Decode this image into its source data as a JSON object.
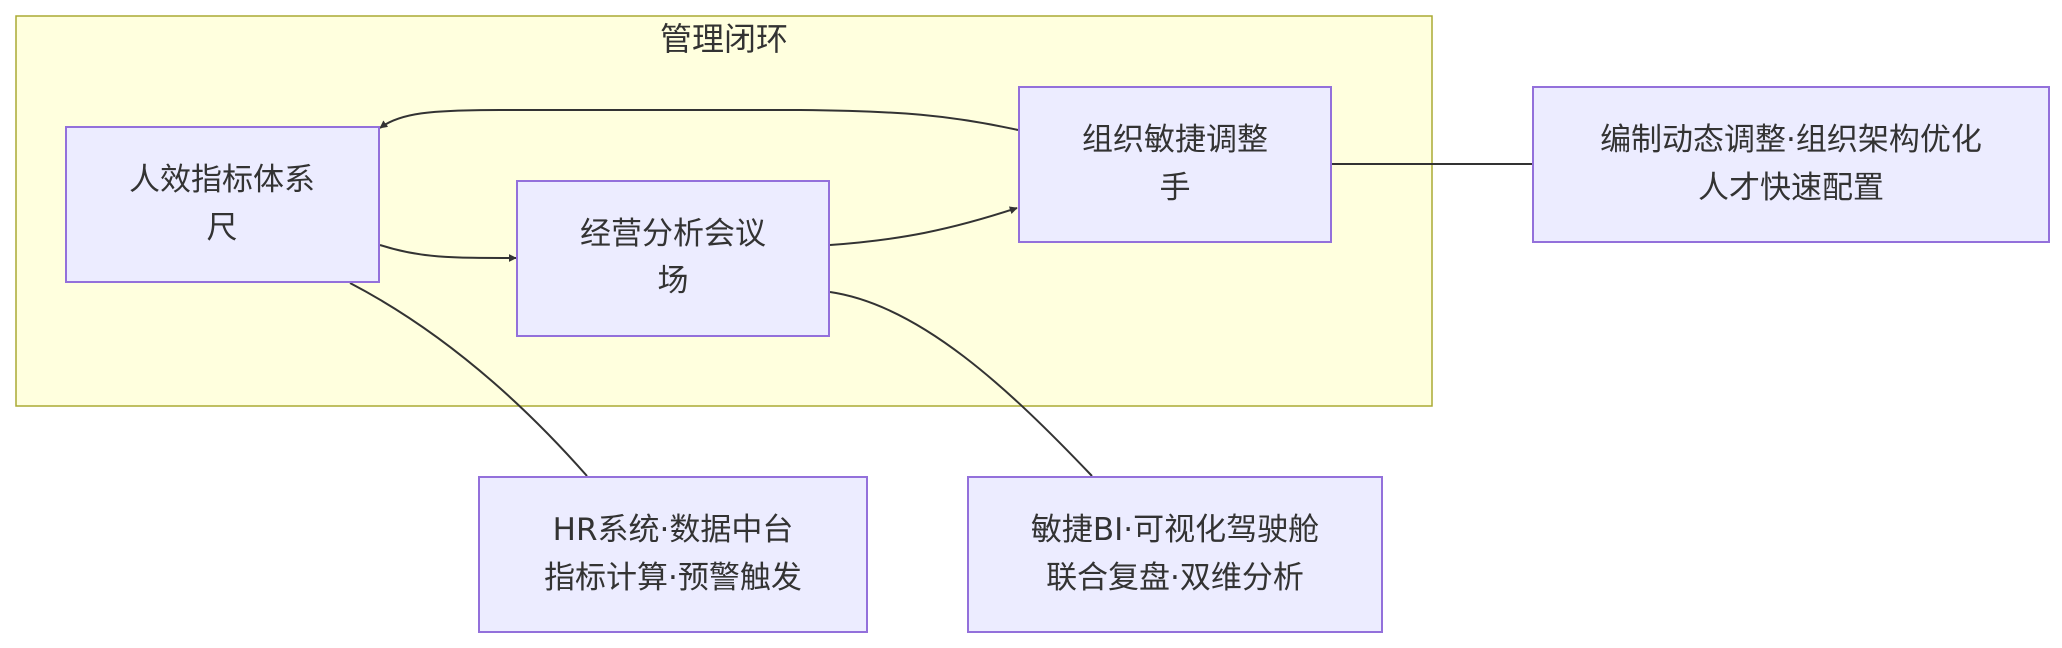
{
  "cluster": {
    "title": "管理闭环"
  },
  "nodes": {
    "metrics": {
      "line1": "人效指标体系",
      "line2": "尺"
    },
    "meeting": {
      "line1": "经营分析会议",
      "line2": "场"
    },
    "agile": {
      "line1": "组织敏捷调整",
      "line2": "手"
    },
    "staffing": {
      "line1": "编制动态调整·组织架构优化",
      "line2": "人才快速配置"
    },
    "hr_system": {
      "line1": "HR系统·数据中台",
      "line2": "指标计算·预警触发"
    },
    "bi": {
      "line1": "敏捷BI·可视化驾驶舱",
      "line2": "联合复盘·双维分析"
    }
  },
  "colors": {
    "cluster_fill": "#ffffde",
    "cluster_stroke": "#aaaa33",
    "node_fill": "#ececff",
    "node_stroke": "#9370db",
    "edge": "#333333",
    "text": "#333333"
  }
}
